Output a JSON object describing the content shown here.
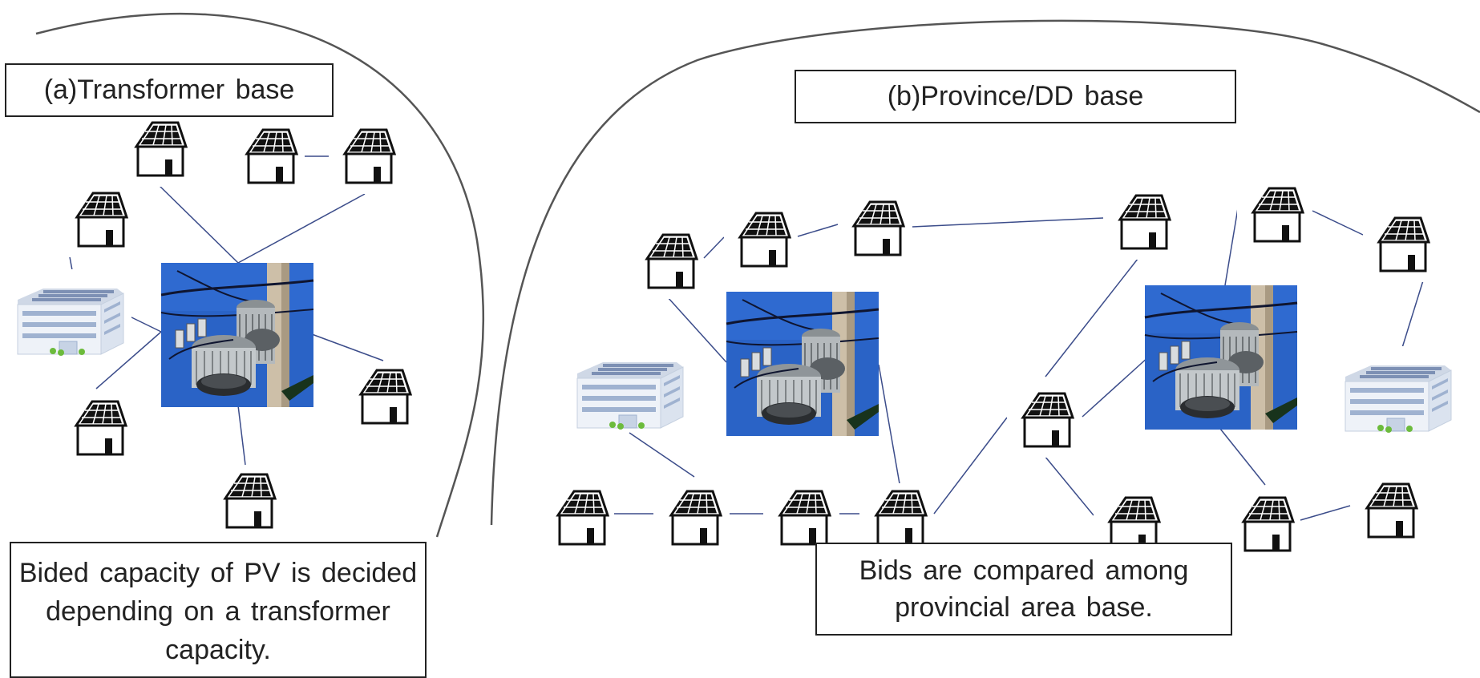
{
  "panel_a": {
    "title": "(a)Transformer base",
    "caption": "Bided capacity of PV is decided depending on a transformer capacity."
  },
  "panel_b": {
    "title": "(b)Province/DD base",
    "caption": "Bids are compared among provincial area base."
  },
  "icons": {
    "house": "house-with-solar-panel-icon",
    "building": "factory-building-icon",
    "transformer": "pole-transformer-photo"
  },
  "colors": {
    "line": "#3b4c8a",
    "sky": "#2a63c6",
    "boundary": "#555555"
  }
}
